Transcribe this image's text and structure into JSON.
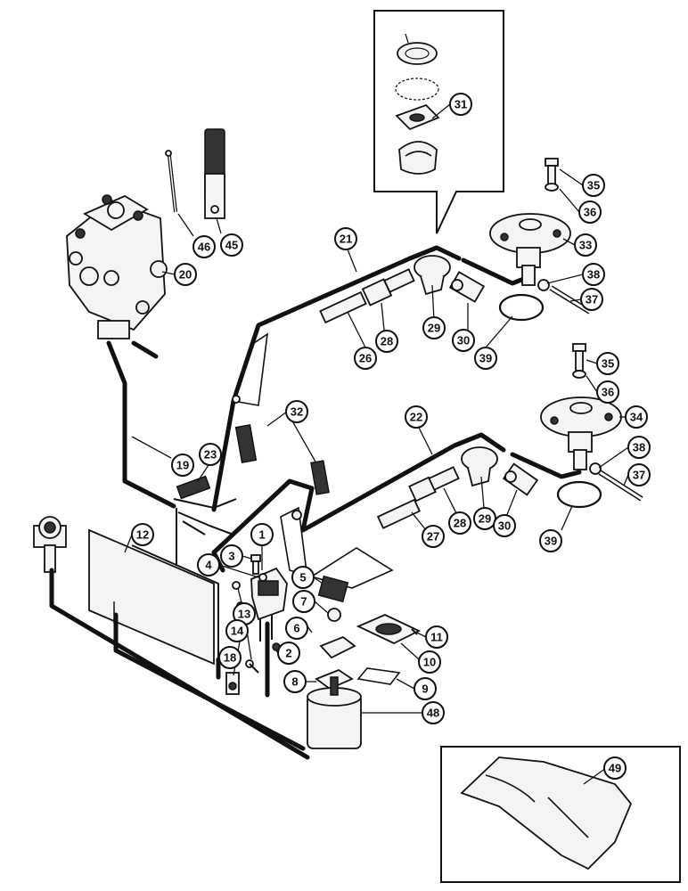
{
  "callouts": [
    {
      "id": "c1",
      "label": "1"
    },
    {
      "id": "c2",
      "label": "2"
    },
    {
      "id": "c3",
      "label": "3"
    },
    {
      "id": "c4",
      "label": "4"
    },
    {
      "id": "c5",
      "label": "5"
    },
    {
      "id": "c6",
      "label": "6"
    },
    {
      "id": "c7",
      "label": "7"
    },
    {
      "id": "c8",
      "label": "8"
    },
    {
      "id": "c9",
      "label": "9"
    },
    {
      "id": "c10",
      "label": "10"
    },
    {
      "id": "c11",
      "label": "11"
    },
    {
      "id": "c12",
      "label": "12"
    },
    {
      "id": "c13",
      "label": "13"
    },
    {
      "id": "c14",
      "label": "14"
    },
    {
      "id": "c18",
      "label": "18"
    },
    {
      "id": "c19",
      "label": "19"
    },
    {
      "id": "c20",
      "label": "20"
    },
    {
      "id": "c21",
      "label": "21"
    },
    {
      "id": "c22",
      "label": "22"
    },
    {
      "id": "c23",
      "label": "23"
    },
    {
      "id": "c26",
      "label": "26"
    },
    {
      "id": "c27",
      "label": "27"
    },
    {
      "id": "c28a",
      "label": "28"
    },
    {
      "id": "c28b",
      "label": "28"
    },
    {
      "id": "c29a",
      "label": "29"
    },
    {
      "id": "c29b",
      "label": "29"
    },
    {
      "id": "c30a",
      "label": "30"
    },
    {
      "id": "c30b",
      "label": "30"
    },
    {
      "id": "c31",
      "label": "31"
    },
    {
      "id": "c32",
      "label": "32"
    },
    {
      "id": "c33",
      "label": "33"
    },
    {
      "id": "c34",
      "label": "34"
    },
    {
      "id": "c35a",
      "label": "35"
    },
    {
      "id": "c35b",
      "label": "35"
    },
    {
      "id": "c36a",
      "label": "36"
    },
    {
      "id": "c36b",
      "label": "36"
    },
    {
      "id": "c37a",
      "label": "37"
    },
    {
      "id": "c37b",
      "label": "37"
    },
    {
      "id": "c38a",
      "label": "38"
    },
    {
      "id": "c38b",
      "label": "38"
    },
    {
      "id": "c39a",
      "label": "39"
    },
    {
      "id": "c39b",
      "label": "39"
    },
    {
      "id": "c45",
      "label": "45"
    },
    {
      "id": "c46",
      "label": "46"
    },
    {
      "id": "c48",
      "label": "48"
    },
    {
      "id": "c49",
      "label": "49"
    }
  ]
}
